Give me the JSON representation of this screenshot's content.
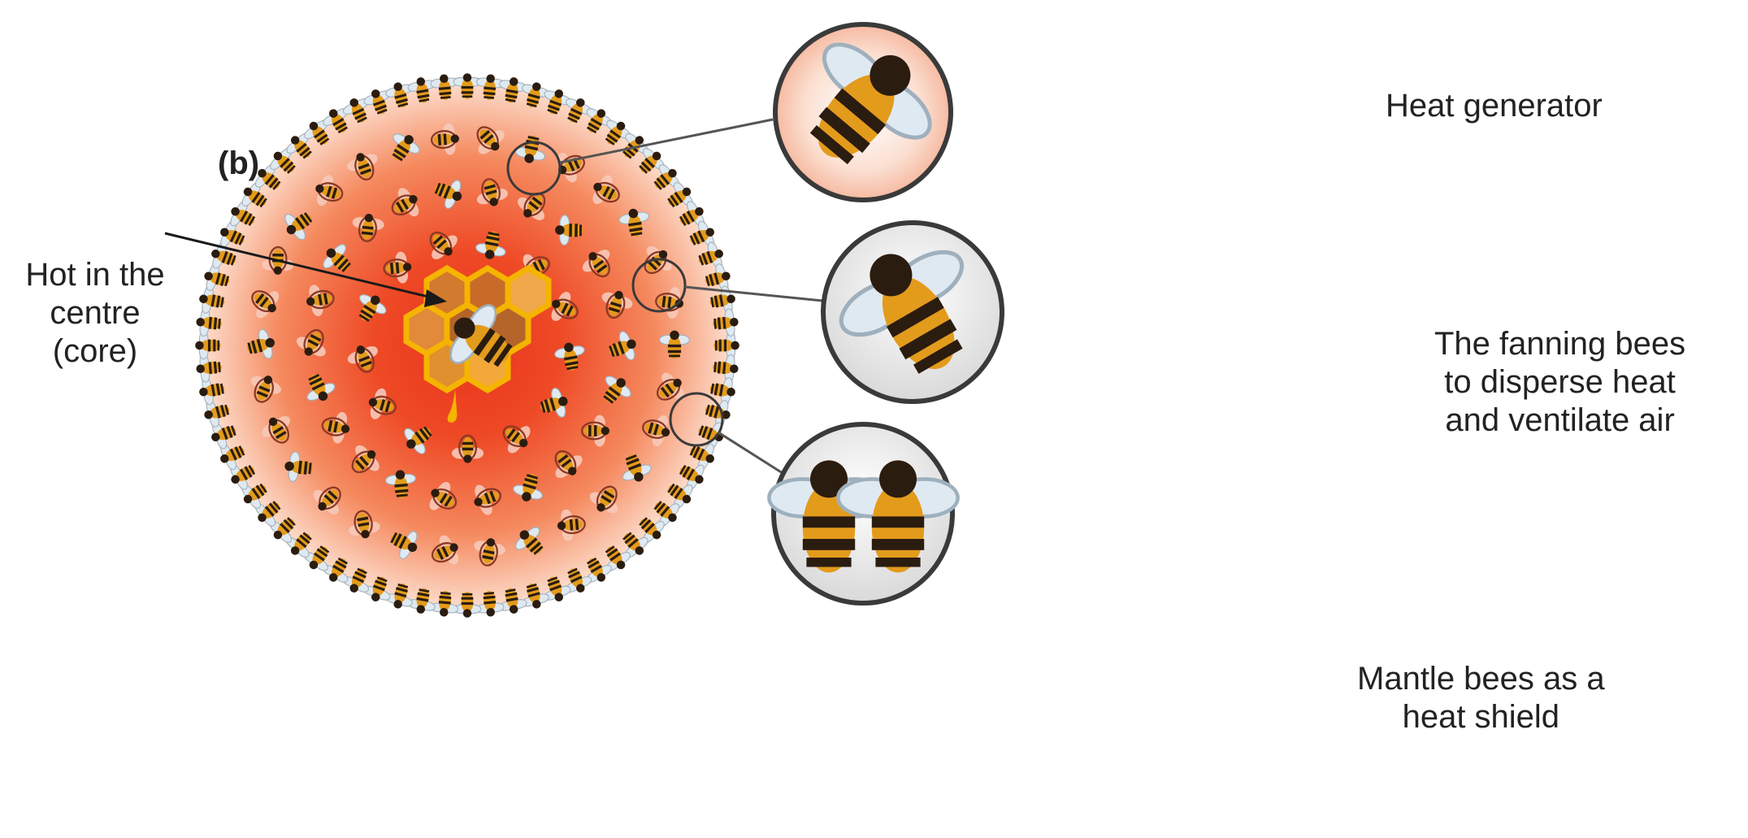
{
  "panel_label": "(b)",
  "core_label": [
    "Hot in the",
    "centre",
    "(core)"
  ],
  "callouts": [
    {
      "id": "heat-generator",
      "lines": [
        "Heat generator"
      ],
      "icon": "heat-generator-bee-icon"
    },
    {
      "id": "fanning",
      "lines": [
        "The fanning bees",
        "to disperse heat",
        "and ventilate air"
      ],
      "icon": "fanning-bee-icon"
    },
    {
      "id": "mantle",
      "lines": [
        "Mantle bees as a",
        "heat shield"
      ],
      "icon": "mantle-bees-icon"
    }
  ],
  "colors": {
    "core": "#e8331c",
    "mid": "#f26a3d",
    "edge": "#fbd7c6",
    "honeycomb": "#f5b400",
    "honey": "#b5652a",
    "bee_stripe": "#2b1c10",
    "bee_body": "#e39b1c",
    "circle_outline": "#3a3a3a"
  }
}
